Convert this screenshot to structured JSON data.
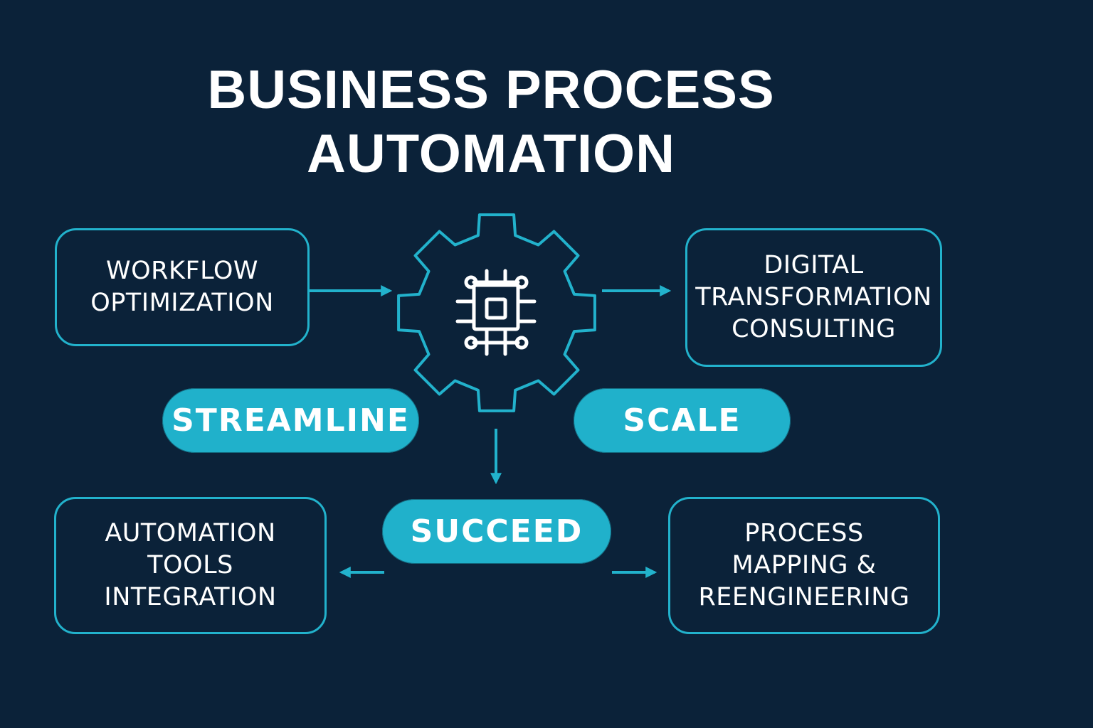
{
  "title": {
    "line1": "BUSINESS PROCESS",
    "line2": "AUTOMATION"
  },
  "colors": {
    "background": "#0b2239",
    "accent": "#22b2cc",
    "text": "#ffffff"
  },
  "center_icon": "gear-with-microchip-icon",
  "boxes": {
    "workflow": {
      "lines": [
        "WORKFLOW",
        "OPTIMIZATION"
      ]
    },
    "digital": {
      "lines": [
        "DIGITAL",
        "TRANSFORMATION",
        "CONSULTING"
      ]
    },
    "tools": {
      "lines": [
        "AUTOMATION",
        "TOOLS",
        "INTEGRATION"
      ]
    },
    "mapping": {
      "lines": [
        "PROCESS",
        "MAPPING &",
        "REENGINEERING"
      ]
    }
  },
  "pills": {
    "streamline": "STREAMLINE",
    "scale": "SCALE",
    "succeed": "SUCCEED"
  },
  "connections": [
    {
      "from": "Workflow Optimization",
      "to": "Gear"
    },
    {
      "from": "Gear",
      "to": "Digital Transformation Consulting"
    },
    {
      "from": "Gear",
      "to": "Succeed"
    },
    {
      "from": "Succeed",
      "to": "Automation Tools Integration"
    },
    {
      "from": "Succeed",
      "to": "Process Mapping & Reengineering"
    }
  ]
}
